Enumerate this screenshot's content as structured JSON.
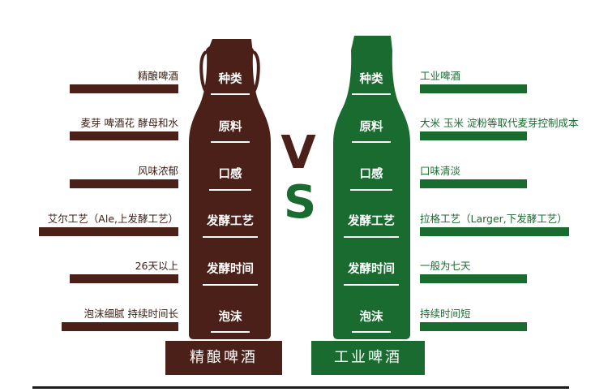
{
  "colors": {
    "craft": "#4a2018",
    "industrial": "#1a6b30",
    "craft_text": "#3b1e16",
    "industrial_text": "#1d6b33"
  },
  "vs": {
    "v": "V",
    "s": "S"
  },
  "categories": [
    "种类",
    "原料",
    "口感",
    "发酵工艺",
    "发酵时间",
    "泡沫"
  ],
  "craft": {
    "label": "精酿啤酒",
    "items": [
      "精酿啤酒",
      "麦芽 啤酒花 酵母和水",
      "风味浓郁",
      "艾尔工艺（Ale,上发酵工艺）",
      "26天以上",
      "泡沫细腻 持续时间长"
    ]
  },
  "industrial": {
    "label": "工业啤酒",
    "items": [
      "工业啤酒",
      "大米 玉米 淀粉等取代麦芽控制成本",
      "口味清淡",
      "拉格工艺（Larger,下发酵工艺）",
      "一般为七天",
      "持续时间短"
    ]
  }
}
